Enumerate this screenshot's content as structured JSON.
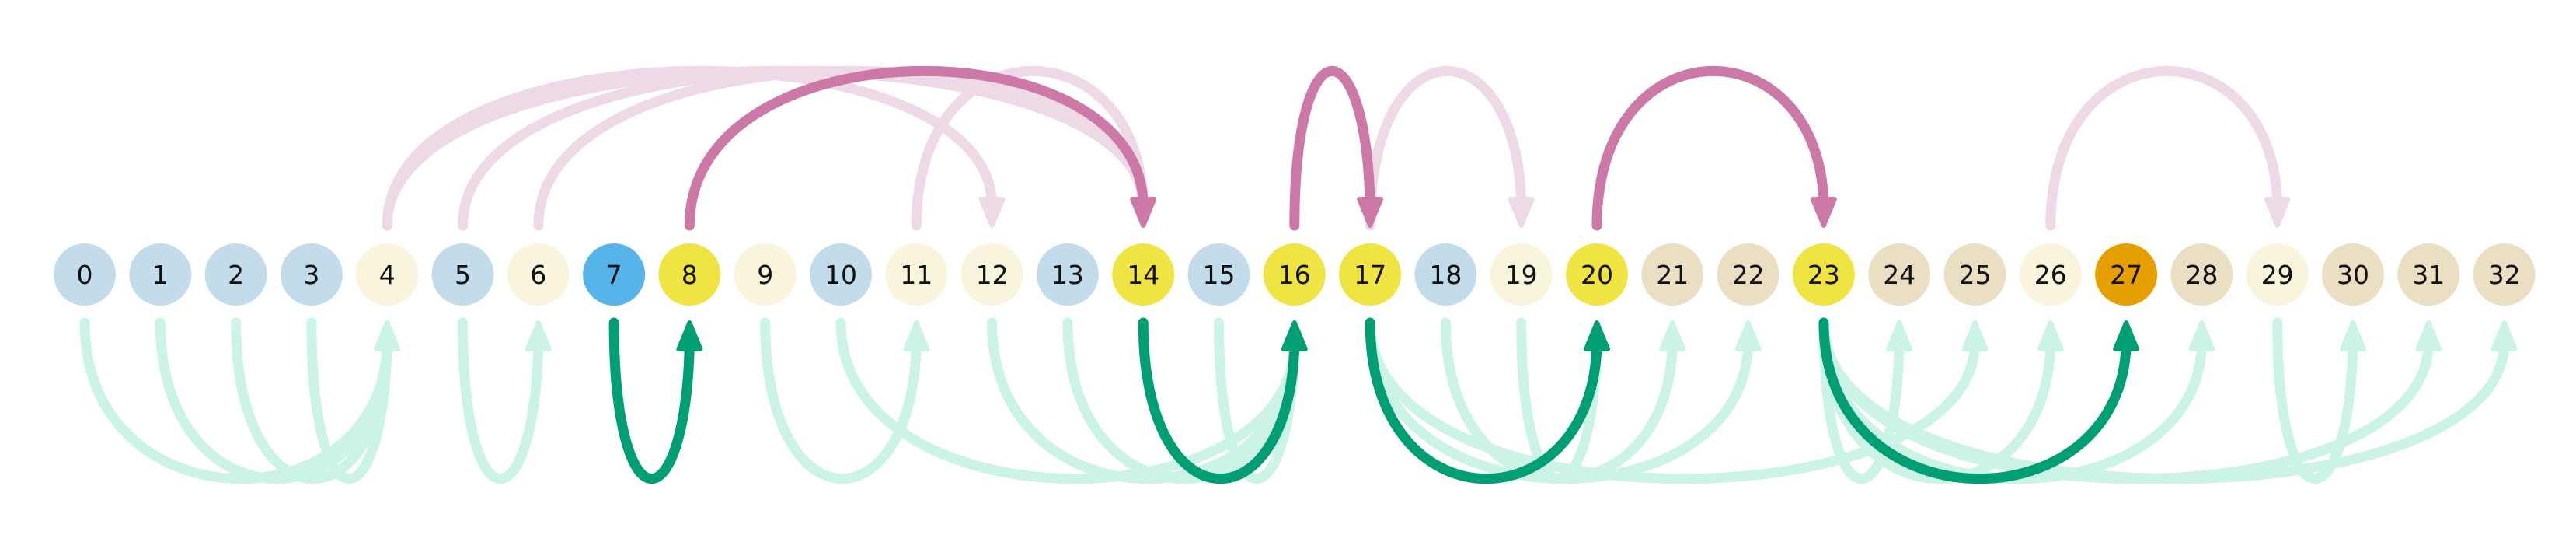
{
  "diagram": {
    "type": "arc-diagram",
    "nodes": [
      {
        "label": "0",
        "color": "#c3dceb"
      },
      {
        "label": "1",
        "color": "#c3dceb"
      },
      {
        "label": "2",
        "color": "#c3dceb"
      },
      {
        "label": "3",
        "color": "#c3dceb"
      },
      {
        "label": "4",
        "color": "#f9f5dc"
      },
      {
        "label": "5",
        "color": "#c3dceb"
      },
      {
        "label": "6",
        "color": "#f9f5dc"
      },
      {
        "label": "7",
        "color": "#56b4e9"
      },
      {
        "label": "8",
        "color": "#f0e442"
      },
      {
        "label": "9",
        "color": "#f9f5dc"
      },
      {
        "label": "10",
        "color": "#c3dceb"
      },
      {
        "label": "11",
        "color": "#f9f5dc"
      },
      {
        "label": "12",
        "color": "#f9f5dc"
      },
      {
        "label": "13",
        "color": "#c3dceb"
      },
      {
        "label": "14",
        "color": "#f0e442"
      },
      {
        "label": "15",
        "color": "#c3dceb"
      },
      {
        "label": "16",
        "color": "#f0e442"
      },
      {
        "label": "17",
        "color": "#f0e442"
      },
      {
        "label": "18",
        "color": "#c3dceb"
      },
      {
        "label": "19",
        "color": "#f9f5dc"
      },
      {
        "label": "20",
        "color": "#f0e442"
      },
      {
        "label": "21",
        "color": "#ebdfc3"
      },
      {
        "label": "22",
        "color": "#ebdfc3"
      },
      {
        "label": "23",
        "color": "#f0e442"
      },
      {
        "label": "24",
        "color": "#ebdfc3"
      },
      {
        "label": "25",
        "color": "#ebdfc3"
      },
      {
        "label": "26",
        "color": "#f9f5dc"
      },
      {
        "label": "27",
        "color": "#e69f00"
      },
      {
        "label": "28",
        "color": "#ebdfc3"
      },
      {
        "label": "29",
        "color": "#f9f5dc"
      },
      {
        "label": "30",
        "color": "#ebdfc3"
      },
      {
        "label": "31",
        "color": "#ebdfc3"
      },
      {
        "label": "32",
        "color": "#ebdfc3"
      }
    ],
    "edge_colors": {
      "green_highlight": "#009e73",
      "green_faint": "#cbf3e6",
      "pink_highlight": "#cc79a7",
      "pink_faint": "#eed9e6"
    },
    "edges": [
      {
        "from": 1,
        "to": 4,
        "style": "green_faint"
      },
      {
        "from": 3,
        "to": 4,
        "style": "green_faint"
      },
      {
        "from": 0,
        "to": 4,
        "style": "green_faint"
      },
      {
        "from": 2,
        "to": 4,
        "style": "green_faint"
      },
      {
        "from": 5,
        "to": 6,
        "style": "green_faint"
      },
      {
        "from": 9,
        "to": 11,
        "style": "green_faint"
      },
      {
        "from": 10,
        "to": 16,
        "style": "green_faint"
      },
      {
        "from": 12,
        "to": 16,
        "style": "green_faint"
      },
      {
        "from": 13,
        "to": 16,
        "style": "green_faint"
      },
      {
        "from": 15,
        "to": 16,
        "style": "green_faint"
      },
      {
        "from": 17,
        "to": 22,
        "style": "green_faint"
      },
      {
        "from": 17,
        "to": 25,
        "style": "green_faint"
      },
      {
        "from": 18,
        "to": 21,
        "style": "green_faint"
      },
      {
        "from": 19,
        "to": 20,
        "style": "green_faint"
      },
      {
        "from": 23,
        "to": 24,
        "style": "green_faint"
      },
      {
        "from": 23,
        "to": 28,
        "style": "green_faint"
      },
      {
        "from": 23,
        "to": 26,
        "style": "green_faint"
      },
      {
        "from": 23,
        "to": 31,
        "style": "green_faint"
      },
      {
        "from": 23,
        "to": 32,
        "style": "green_faint"
      },
      {
        "from": 29,
        "to": 30,
        "style": "green_faint"
      },
      {
        "from": 4,
        "to": 12,
        "style": "pink_faint"
      },
      {
        "from": 5,
        "to": 14,
        "style": "pink_faint"
      },
      {
        "from": 4,
        "to": 14,
        "style": "pink_faint"
      },
      {
        "from": 6,
        "to": 14,
        "style": "pink_faint"
      },
      {
        "from": 11,
        "to": 14,
        "style": "pink_faint"
      },
      {
        "from": 17,
        "to": 19,
        "style": "pink_faint"
      },
      {
        "from": 26,
        "to": 29,
        "style": "pink_faint"
      },
      {
        "from": 8,
        "to": 14,
        "style": "pink_highlight"
      },
      {
        "from": 16,
        "to": 17,
        "style": "pink_highlight"
      },
      {
        "from": 20,
        "to": 23,
        "style": "pink_highlight"
      },
      {
        "from": 7,
        "to": 8,
        "style": "green_highlight"
      },
      {
        "from": 14,
        "to": 16,
        "style": "green_highlight"
      },
      {
        "from": 17,
        "to": 20,
        "style": "green_highlight"
      },
      {
        "from": 23,
        "to": 27,
        "style": "green_highlight"
      }
    ]
  }
}
